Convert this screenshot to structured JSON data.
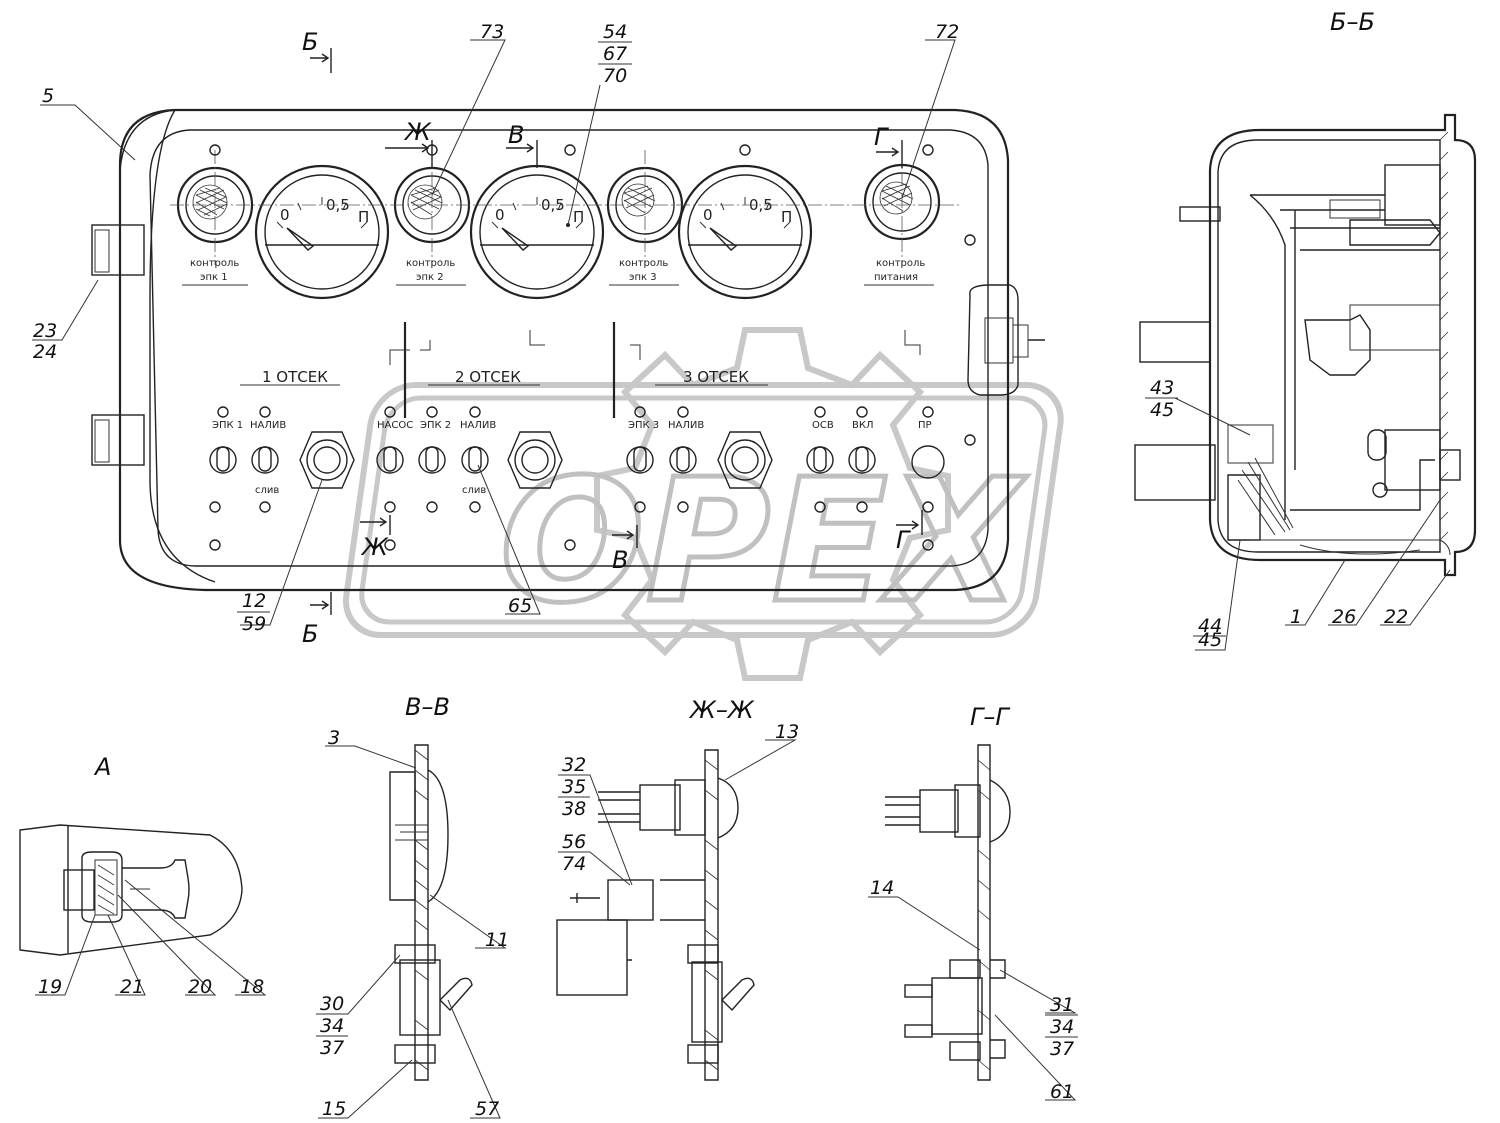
{
  "watermark": {
    "text": "OPEX",
    "icon": "gear-icon"
  },
  "section_titles": {
    "bb": "Б–Б",
    "vv": "В–В",
    "zhzh": "Ж–Ж",
    "gg": "Г–Г",
    "a": "А"
  },
  "cut_marks": {
    "b_top": "Б",
    "b_bottom": "Б",
    "zh_top": "Ж",
    "zh_bottom": "Ж",
    "v_top": "В",
    "v_bottom": "В",
    "g_top": "Г",
    "g_bottom": "Г"
  },
  "panel": {
    "gauge_scale": {
      "zero": "0",
      "half": "0,5",
      "full": "П"
    },
    "lamp_labels": [
      {
        "l1": "контроль",
        "l2": "эпк 1"
      },
      {
        "l1": "контроль",
        "l2": "эпк 2"
      },
      {
        "l1": "контроль",
        "l2": "эпк 3"
      },
      {
        "l1": "контроль",
        "l2": "питания"
      }
    ],
    "compartments": [
      "1 ОТСЕК",
      "2 ОТСЕК",
      "3 ОТСЕК"
    ],
    "switch_labels": [
      "ЭПК 1",
      "НАЛИВ",
      "НАСОС",
      "ЭПК 2",
      "НАЛИВ",
      "ЭПК 3",
      "НАЛИВ",
      "ОСВ",
      "ВКЛ",
      "ПР"
    ],
    "drain_labels": [
      "слив",
      "слив"
    ]
  },
  "callouts": {
    "c5": "5",
    "c73": "73",
    "c54": "54",
    "c67": "67",
    "c70": "70",
    "c72": "72",
    "c23": "23",
    "c24": "24",
    "c12": "12",
    "c59": "59",
    "c65": "65",
    "c43": "43",
    "c45a": "45",
    "c44": "44",
    "c45b": "45",
    "c1": "1",
    "c26": "26",
    "c22": "22",
    "c3": "3",
    "c11": "11",
    "c30": "30",
    "c34a": "34",
    "c37a": "37",
    "c15": "15",
    "c57": "57",
    "c32": "32",
    "c35": "35",
    "c38": "38",
    "c56": "56",
    "c74": "74",
    "c13": "13",
    "c14": "14",
    "c31": "31",
    "c34b": "34",
    "c37b": "37",
    "c61": "61",
    "c19": "19",
    "c21": "21",
    "c20": "20",
    "c18": "18"
  }
}
